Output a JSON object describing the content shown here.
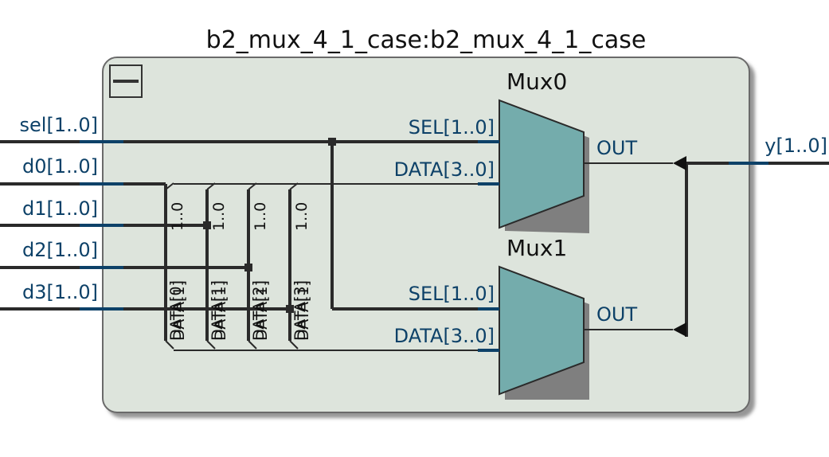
{
  "module": {
    "title": "b2_mux_4_1_case:b2_mux_4_1_case"
  },
  "inputs": [
    {
      "label": "sel[1..0]"
    },
    {
      "label": "d0[1..0]"
    },
    {
      "label": "d1[1..0]"
    },
    {
      "label": "d2[1..0]"
    },
    {
      "label": "d3[1..0]"
    }
  ],
  "output": {
    "label": "y[1..0]"
  },
  "muxes": [
    {
      "name": "Mux0",
      "sel_pin": "SEL[1..0]",
      "data_pin": "DATA[3..0]",
      "out_pin": "OUT"
    },
    {
      "name": "Mux1",
      "sel_pin": "SEL[1..0]",
      "data_pin": "DATA[3..0]",
      "out_pin": "OUT"
    }
  ],
  "bus_rippers": [
    {
      "label_a": "DATA[0]",
      "label_b": "DATA[1]",
      "label_c": "1..0"
    },
    {
      "label_a": "DATA[1]",
      "label_b": "DATA[1]",
      "label_c": "1..0"
    },
    {
      "label_a": "DATA[2]",
      "label_b": "DATA[1]",
      "label_c": "1..0"
    },
    {
      "label_a": "DATA[3]",
      "label_b": "DATA[1]",
      "label_c": "1..0"
    }
  ],
  "colors": {
    "module_fill": "#dde4dc",
    "module_border": "#6b6b6b",
    "mux_fill": "#74acac",
    "pin_blue": "#0d4168"
  }
}
